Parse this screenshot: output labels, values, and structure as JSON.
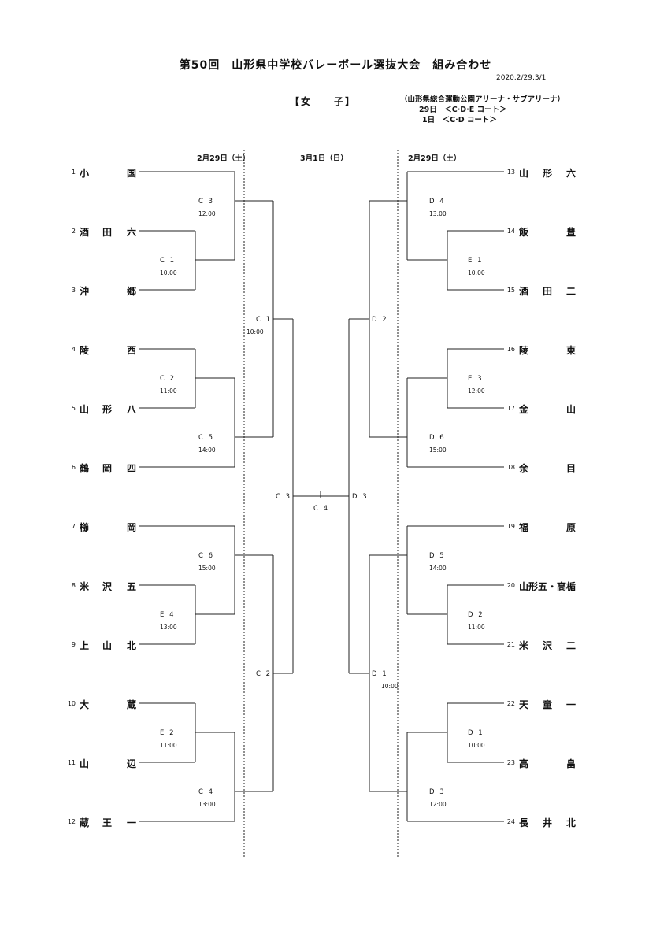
{
  "header": {
    "title": "第50回　山形県中学校バレーボール選抜大会　組み合わせ",
    "date": "2020.2/29,3/1",
    "category": "【女　　子】",
    "venue": {
      "line1": "（山形県総合運動公園アリーナ・サブアリーナ）",
      "line2": "29日　＜C·D·E コート＞",
      "line3": "1日　＜C·D コート＞"
    },
    "day_headers": {
      "left": "2月29日（土）",
      "center": "3月1日（日）",
      "right": "2月29日（土）"
    }
  },
  "teams": {
    "left": [
      {
        "no": "1",
        "c1": "小",
        "c2": "",
        "c3": "国"
      },
      {
        "no": "2",
        "c1": "酒",
        "c2": "田",
        "c3": "六"
      },
      {
        "no": "3",
        "c1": "沖",
        "c2": "",
        "c3": "郷"
      },
      {
        "no": "4",
        "c1": "陵",
        "c2": "",
        "c3": "西"
      },
      {
        "no": "5",
        "c1": "山",
        "c2": "形",
        "c3": "八"
      },
      {
        "no": "6",
        "c1": "鶴",
        "c2": "岡",
        "c3": "四"
      },
      {
        "no": "7",
        "c1": "櫛",
        "c2": "",
        "c3": "岡"
      },
      {
        "no": "8",
        "c1": "米",
        "c2": "沢",
        "c3": "五"
      },
      {
        "no": "9",
        "c1": "上",
        "c2": "山",
        "c3": "北"
      },
      {
        "no": "10",
        "c1": "大",
        "c2": "",
        "c3": "蔵"
      },
      {
        "no": "11",
        "c1": "山",
        "c2": "",
        "c3": "辺"
      },
      {
        "no": "12",
        "c1": "蔵",
        "c2": "王",
        "c3": "一"
      }
    ],
    "right": [
      {
        "no": "13",
        "c1": "山",
        "c2": "形",
        "c3": "六"
      },
      {
        "no": "14",
        "c1": "飯",
        "c2": "",
        "c3": "豊"
      },
      {
        "no": "15",
        "c1": "酒",
        "c2": "田",
        "c3": "二"
      },
      {
        "no": "16",
        "c1": "陵",
        "c2": "",
        "c3": "東"
      },
      {
        "no": "17",
        "c1": "金",
        "c2": "",
        "c3": "山"
      },
      {
        "no": "18",
        "c1": "余",
        "c2": "",
        "c3": "目"
      },
      {
        "no": "19",
        "c1": "福",
        "c2": "",
        "c3": "原"
      },
      {
        "no": "20",
        "c1": "山形五・高楯",
        "c2": "",
        "c3": ""
      },
      {
        "no": "21",
        "c1": "米",
        "c2": "沢",
        "c3": "二"
      },
      {
        "no": "22",
        "c1": "天",
        "c2": "童",
        "c3": "一"
      },
      {
        "no": "23",
        "c1": "高",
        "c2": "",
        "c3": "畠"
      },
      {
        "no": "24",
        "c1": "長",
        "c2": "井",
        "c3": "北"
      }
    ]
  },
  "matches": {
    "l_r1_a": {
      "court": "C 1",
      "time": "10:00"
    },
    "l_r1_b": {
      "court": "C 2",
      "time": "11:00"
    },
    "l_r1_c": {
      "court": "E 4",
      "time": "13:00"
    },
    "l_r1_d": {
      "court": "E 2",
      "time": "11:00"
    },
    "l_r2_a": {
      "court": "C 3",
      "time": "12:00"
    },
    "l_r2_b": {
      "court": "C 5",
      "time": "14:00"
    },
    "l_r2_c": {
      "court": "C 6",
      "time": "15:00"
    },
    "l_r2_d": {
      "court": "C 4",
      "time": "13:00"
    },
    "l_r3_a": {
      "court": "C 1",
      "time": "10:00"
    },
    "l_r3_b": {
      "court": "C 2",
      "time": ""
    },
    "l_sf": {
      "court": "C 3"
    },
    "final": {
      "court": "C 4"
    },
    "r_sf": {
      "court": "D 3"
    },
    "r_r3_a": {
      "court": "D 2",
      "time": ""
    },
    "r_r3_b": {
      "court": "D 1",
      "time": "10:00"
    },
    "r_r2_a": {
      "court": "D 4",
      "time": "13:00"
    },
    "r_r2_b": {
      "court": "D 6",
      "time": "15:00"
    },
    "r_r2_c": {
      "court": "D 5",
      "time": "14:00"
    },
    "r_r2_d": {
      "court": "D 3",
      "time": "12:00"
    },
    "r_r1_a": {
      "court": "E 1",
      "time": "10:00"
    },
    "r_r1_b": {
      "court": "E 3",
      "time": "12:00"
    },
    "r_r1_c": {
      "court": "D 2",
      "time": "11:00"
    },
    "r_r1_d": {
      "court": "D 1",
      "time": "10:00"
    }
  }
}
